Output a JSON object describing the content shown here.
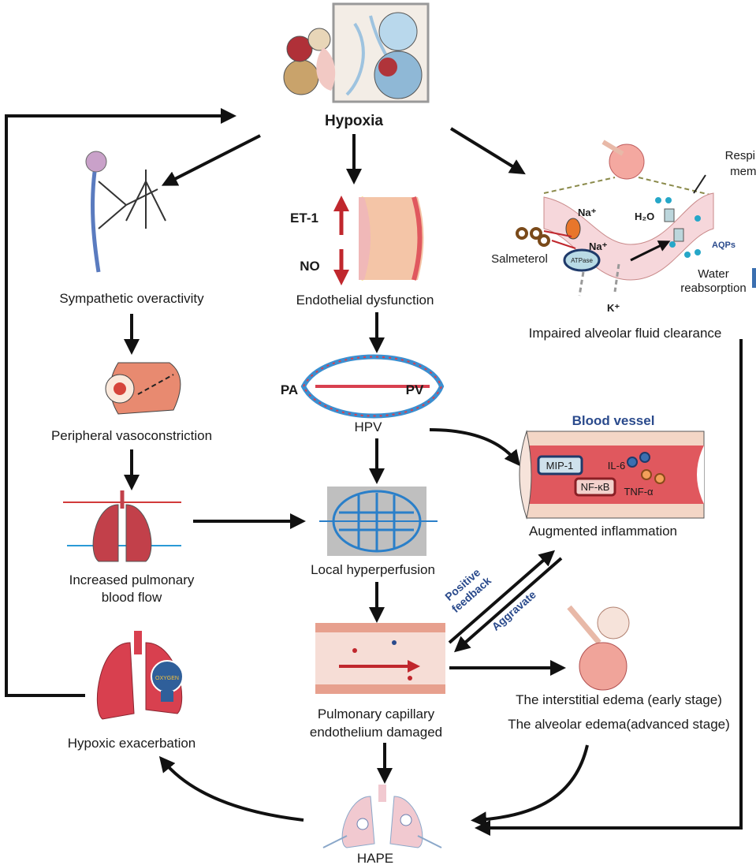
{
  "center": {
    "hypoxia": "Hypoxia",
    "et1": "ET-1",
    "no": "NO",
    "endothelial": "Endothelial dysfunction",
    "pa": "PA",
    "pv": "PV",
    "hpv": "HPV",
    "local": "Local hyperperfusion",
    "capillary_1": "Pulmonary capillary",
    "capillary_2": "endothelium  damaged",
    "hape": "HAPE"
  },
  "left": {
    "sympathetic": "Sympathetic overactivity",
    "peripheral": "Peripheral vasoconstriction",
    "increased_1": "Increased pulmonary",
    "increased_2": "blood flow",
    "hypoxic": "Hypoxic exacerbation",
    "oxygen_logo": "OXYGEN"
  },
  "right": {
    "respiratory_1": "Respiratory",
    "respiratory_2": "membrane",
    "na_top": "Na⁺",
    "na_bottom": "Na⁺",
    "h2o": "H₂O",
    "aqps": "AQPs",
    "salmeterol": "Salmeterol",
    "atpase": "ATPase",
    "k": "K⁺",
    "water_1": "Water",
    "water_2": "reabsorption",
    "impaired": "Impaired alveolar fluid clearance",
    "blood_vessel": "Blood vessel",
    "mip1": "MIP-1",
    "il6": "IL-6",
    "nfkb": "NF-κB",
    "tnfa": "TNF-α",
    "augmented": "Augmented inflammation",
    "positive_1": "Positive",
    "positive_2": "feedback",
    "aggravate": "Aggravate",
    "edema_early": "The interstitial edema (early stage)",
    "edema_advanced": "The alveolar edema(advanced stage)"
  },
  "colors": {
    "label_blue": "#2a4a8c",
    "vessel_red": "#e0585e",
    "arrow": "#111111",
    "up_arrow": "#c0272d",
    "capillary_blue": "#2a7fc9"
  }
}
